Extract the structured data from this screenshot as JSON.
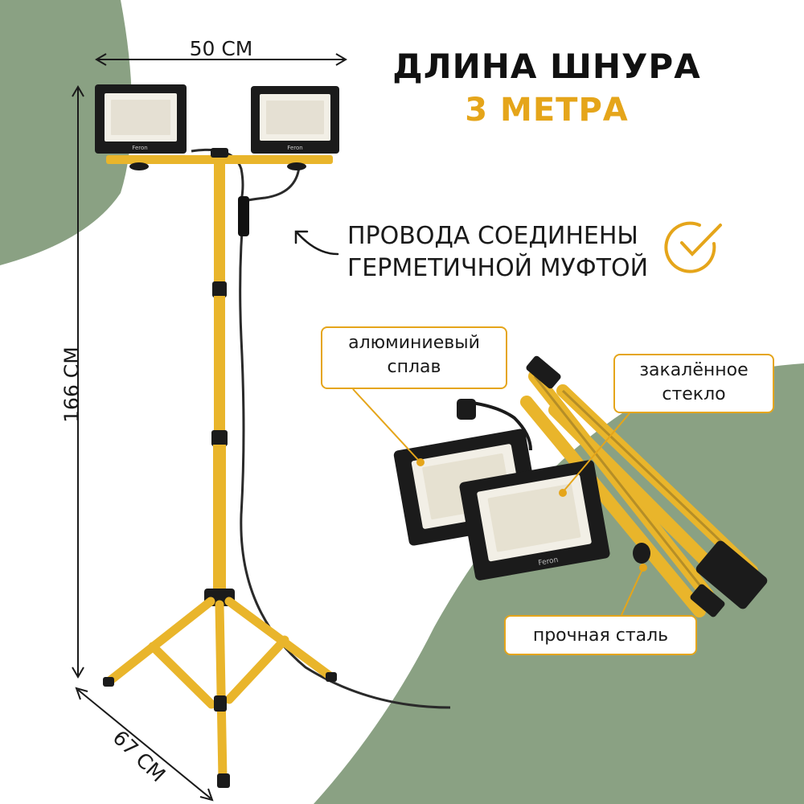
{
  "headline": {
    "line1": "ДЛИНА ШНУРА",
    "line2": "3 МЕТРА"
  },
  "feature": {
    "line1": "ПРОВОДА СОЕДИНЕНЫ",
    "line2": "ГЕРМЕТИЧНОЙ МУФТОЙ"
  },
  "dimensions": {
    "width": "50 CM",
    "height": "166 CM",
    "base": "67 CM"
  },
  "callouts": {
    "aluminum": {
      "line1": "алюминиевый",
      "line2": "сплав"
    },
    "glass": {
      "line1": "закалённое",
      "line2": "стекло"
    },
    "steel": "прочная сталь"
  },
  "brand": "Feron",
  "colors": {
    "accent": "#e5a51a",
    "sage": "#8aa183",
    "frame": "#e9b52b",
    "housing": "#1b1b1b",
    "panel": "#f2efe6"
  }
}
